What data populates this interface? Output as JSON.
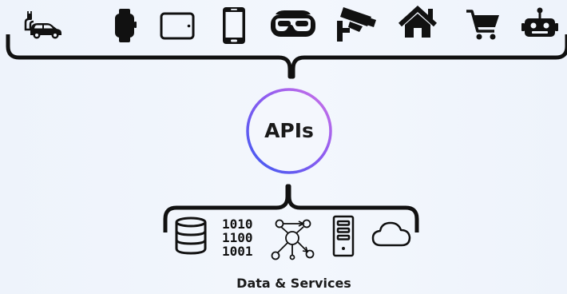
{
  "hub": {
    "label": "APIs",
    "ring_gradient": [
      "#3d5af1",
      "#8d5cf0",
      "#cf72e6"
    ]
  },
  "devices": [
    {
      "icon": "electric-car-charging-icon"
    },
    {
      "icon": "smartwatch-icon"
    },
    {
      "icon": "tablet-icon"
    },
    {
      "icon": "smartphone-icon"
    },
    {
      "icon": "vr-headset-icon"
    },
    {
      "icon": "security-camera-icon"
    },
    {
      "icon": "home-icon"
    },
    {
      "icon": "shopping-cart-icon"
    },
    {
      "icon": "robot-icon"
    }
  ],
  "services": [
    {
      "icon": "database-icon"
    },
    {
      "icon": "binary-data-icon",
      "lines": [
        "1010",
        "1100",
        "1001"
      ]
    },
    {
      "icon": "network-graph-icon"
    },
    {
      "icon": "server-icon"
    },
    {
      "icon": "cloud-icon"
    }
  ],
  "footer": {
    "label": "Data & Services"
  },
  "colors": {
    "background": "#eef3fb",
    "stroke": "#111111"
  }
}
